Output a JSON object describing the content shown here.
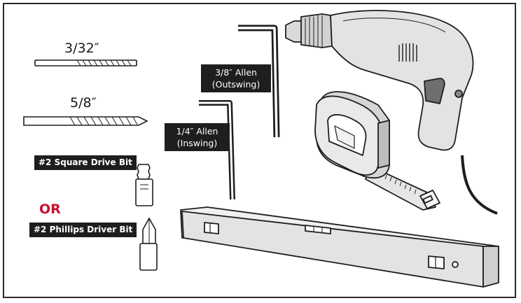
{
  "drill_bits": {
    "small": "3/32″",
    "large": "5/8″"
  },
  "driver_bits": {
    "square": "#2 Square Drive Bit",
    "or": "OR",
    "phillips": "#2 Phillips Driver Bit"
  },
  "allen_keys": {
    "large": {
      "line1": "3/8″ Allen",
      "line2": "(Outswing)"
    },
    "small": {
      "line1": "1/4″ Allen",
      "line2": "(Inswing)"
    }
  },
  "colors": {
    "outline": "#1e1e1e",
    "tool_fill": "#e3e3e3",
    "accent_or": "#c8102e"
  }
}
